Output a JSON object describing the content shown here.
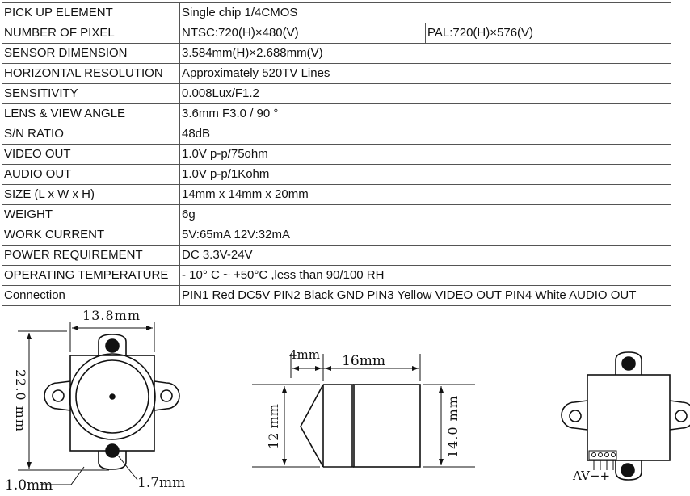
{
  "spec_rows": [
    {
      "label": "PICK UP ELEMENT",
      "value": "Single chip 1/4CMOS"
    },
    {
      "label": "NUMBER OF PIXEL",
      "value": "NTSC:720(H)×480(V)",
      "value2": "PAL:720(H)×576(V)"
    },
    {
      "label": "SENSOR DIMENSION",
      "value": "3.584mm(H)×2.688mm(V)"
    },
    {
      "label": "HORIZONTAL RESOLUTION",
      "value": "Approximately 520TV Lines"
    },
    {
      "label": "SENSITIVITY",
      "value": "0.008Lux/F1.2"
    },
    {
      "label": "LENS & VIEW ANGLE",
      "value": "3.6mm F3.0 / 90 °"
    },
    {
      "label": "S/N RATIO",
      "value": "48dB"
    },
    {
      "label": "VIDEO OUT",
      "value": "1.0V p-p/75ohm"
    },
    {
      "label": "AUDIO OUT",
      "value": "1.0V p-p/1Kohm"
    },
    {
      "label": "SIZE  (L x W x H)",
      "value": "14mm x 14mm x 20mm"
    },
    {
      "label": "WEIGHT",
      "value": "6g"
    },
    {
      "label": "WORK CURRENT",
      "value": "5V:65mA  12V:32mA"
    },
    {
      "label": "POWER REQUIREMENT",
      "value": "DC 3.3V-24V"
    },
    {
      "label": "OPERATING TEMPERATURE",
      "value": "- 10° C ~ +50°C ,less than  90/100 RH"
    },
    {
      "label": "Connection",
      "value": "PIN1 Red DC5V PIN2 Black GND PIN3 Yellow VIDEO OUT PIN4 White AUDIO OUT"
    }
  ],
  "drawings": {
    "front": {
      "width_label": "13.8mm",
      "height_label": "22.0 mm",
      "hole_label": "1.0mm",
      "center_label": "1.7mm"
    },
    "side": {
      "lens_label": "4mm",
      "body_label": "16mm",
      "lens_height_label": "12 mm",
      "body_height_label": "14.0 mm"
    },
    "back": {
      "connector_label": "AV−+"
    }
  }
}
